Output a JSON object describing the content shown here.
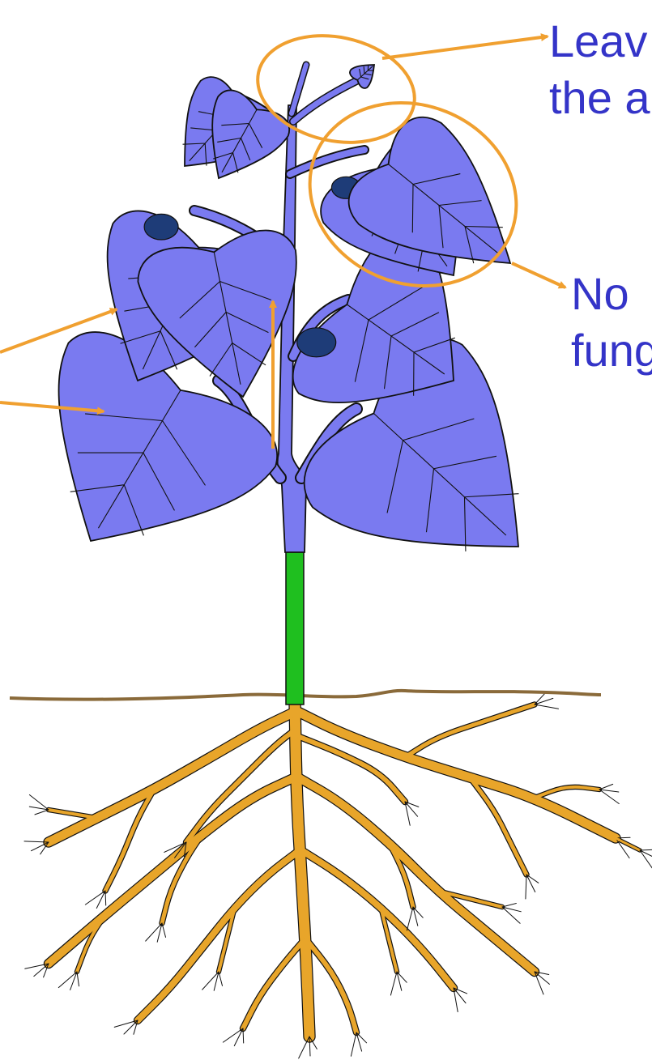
{
  "colors": {
    "leaf_fill": "#7a7af0",
    "leaf_dark": "#1e3c78",
    "stem_green": "#1fbf1f",
    "root_fill": "#e8a52a",
    "soil_line": "#8a6a3a",
    "annotation": "#f0a030",
    "label_text": "#3434c8",
    "outline": "#111111"
  },
  "labels": {
    "top_right_line1": "Leav",
    "top_right_line2": "the a",
    "mid_right_line1": "No",
    "mid_right_line2": "fung"
  }
}
